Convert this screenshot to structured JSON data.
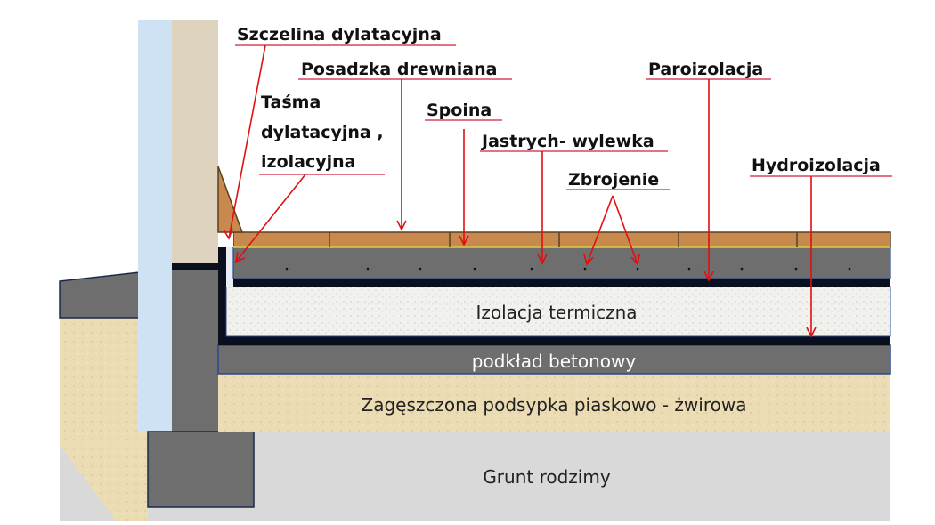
{
  "labels": {
    "expansion_gap": "Szczelina dylatacyjna",
    "wood_floor": "Posadzka drewniana",
    "tape_line1": "Taśma",
    "tape_line2": "dylatacyjna ,",
    "tape_line3": "izolacyjna",
    "joint": "Spoina",
    "screed": "Jastrych- wylewka",
    "reinforcement": "Zbrojenie",
    "vapor_barrier": "Paroizolacja",
    "waterproofing": "Hydroizolacja"
  },
  "layers": {
    "thermal_insulation": "Izolacja termiczna",
    "concrete_base": "podkład betonowy",
    "compacted_fill": "Zagęszczona podsypka piaskowo - żwirowa",
    "native_soil": "Grunt rodzimy"
  },
  "colors": {
    "arrow": "#e01010",
    "wood": "#c8894e",
    "concrete": "#6e6e6e",
    "membrane": "#0a0f1e",
    "sand": "#ead9b0",
    "soil": "#d9d9d9",
    "wall_insulation": "#cfe2f3",
    "wall": "#ddd3bf"
  }
}
